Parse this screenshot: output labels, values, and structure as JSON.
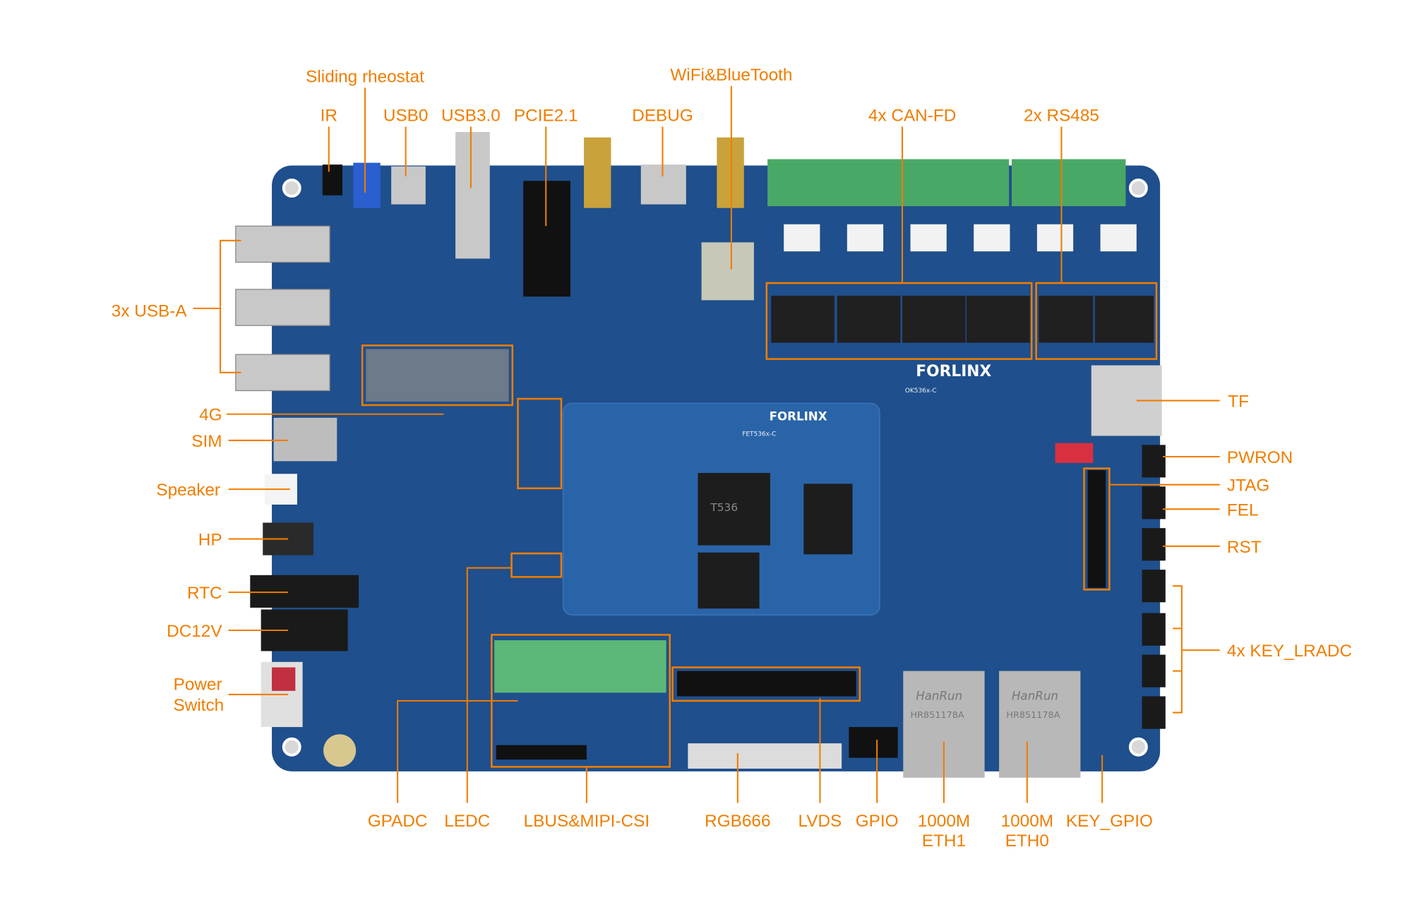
{
  "title_labels": {
    "sliding_rheostat": "Sliding rheostat",
    "ir": "IR",
    "usb0": "USB0",
    "usb30": "USB3.0",
    "pcie21": "PCIE2.1",
    "debug": "DEBUG",
    "wifi_bt": "WiFi&BlueTooth",
    "can_fd": "4x CAN-FD",
    "rs485": "2x RS485"
  },
  "left_labels": {
    "usb_a": "3x USB-A",
    "g4": "4G",
    "sim": "SIM",
    "speaker": "Speaker",
    "hp": "HP",
    "rtc": "RTC",
    "dc12v": "DC12V",
    "power_line1": "Power",
    "power_line2": "Switch"
  },
  "right_labels": {
    "tf": "TF",
    "pwron": "PWRON",
    "jtag": "JTAG",
    "fel": "FEL",
    "rst": "RST",
    "key_lradc": "4x KEY_LRADC"
  },
  "bottom_labels": {
    "gpadc": "GPADC",
    "ledc": "LEDC",
    "lbus_mipi": "LBUS&MIPI-CSI",
    "rgb666": "RGB666",
    "lvds": "LVDS",
    "gpio": "GPIO",
    "eth1_line1": "1000M",
    "eth1_line2": "ETH1",
    "eth0_line1": "1000M",
    "eth0_line2": "ETH0",
    "key_gpio": "KEY_GPIO"
  },
  "board": {
    "brand": "FORLINX",
    "model": "OK536x-C",
    "som_brand": "FORLINX",
    "som_model": "FET536x-C",
    "cpu": "T536",
    "eth_chip": "HanRun",
    "eth_part": "HR851178A"
  },
  "colors": {
    "accent": "#f07d00",
    "board": "#1f4f8c",
    "terminal": "#4aa866"
  }
}
